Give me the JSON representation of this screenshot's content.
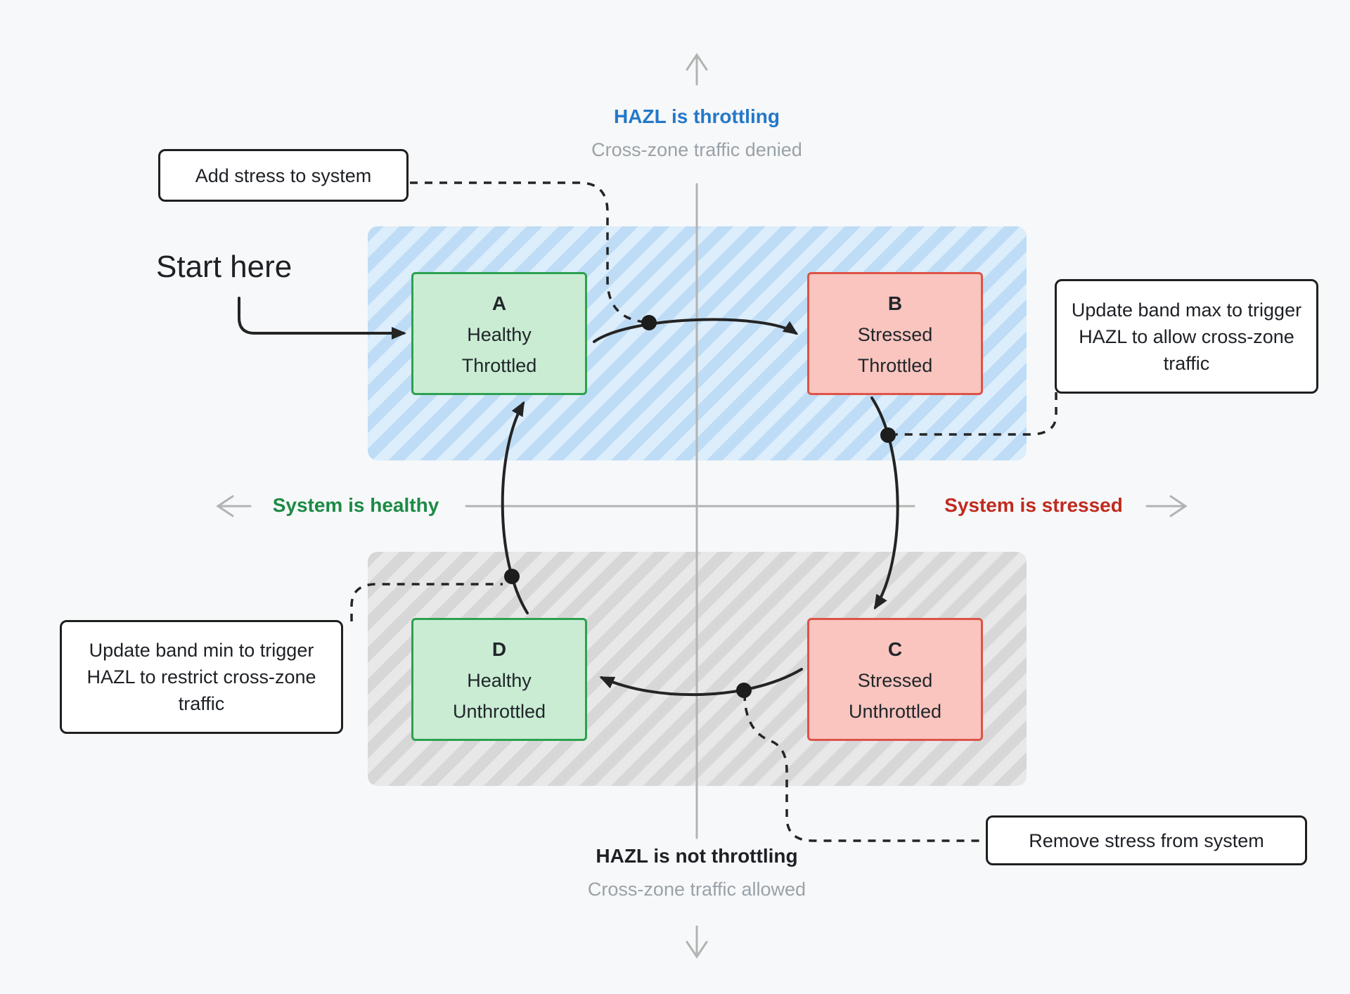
{
  "axes": {
    "top_title": "HAZL is throttling",
    "top_subtitle": "Cross-zone traffic denied",
    "bottom_title": "HAZL is not throttling",
    "bottom_subtitle": "Cross-zone traffic allowed",
    "left_label": "System is healthy",
    "right_label": "System is stressed"
  },
  "start_label": "Start here",
  "states": {
    "a": {
      "letter": "A",
      "line1": "Healthy",
      "line2": "Throttled",
      "tone": "healthy"
    },
    "b": {
      "letter": "B",
      "line1": "Stressed",
      "line2": "Throttled",
      "tone": "stressed"
    },
    "c": {
      "letter": "C",
      "line1": "Stressed",
      "line2": "Unthrottled",
      "tone": "stressed"
    },
    "d": {
      "letter": "D",
      "line1": "Healthy",
      "line2": "Unthrottled",
      "tone": "healthy"
    }
  },
  "callouts": {
    "add_stress": "Add stress to system",
    "band_max": "Update band max to trigger HAZL to allow cross-zone traffic",
    "band_min": "Update band min to trigger HAZL to restrict cross-zone traffic",
    "remove_stress": "Remove stress from system"
  },
  "transitions": [
    "A to B",
    "B to C",
    "C to D",
    "D to A"
  ],
  "colors": {
    "top_title": "#2478c8",
    "left_label": "#1b8a44",
    "right_label": "#c02a1f",
    "healthy_fill": "#c9ecd2",
    "healthy_border": "#2da14f",
    "stressed_fill": "#f9c5be",
    "stressed_border": "#dd5348",
    "throttled_band": "#bedcf5",
    "unthrottled_band": "#d7d7d7",
    "arrow": "#242424",
    "axis": "#b3b3b3"
  }
}
